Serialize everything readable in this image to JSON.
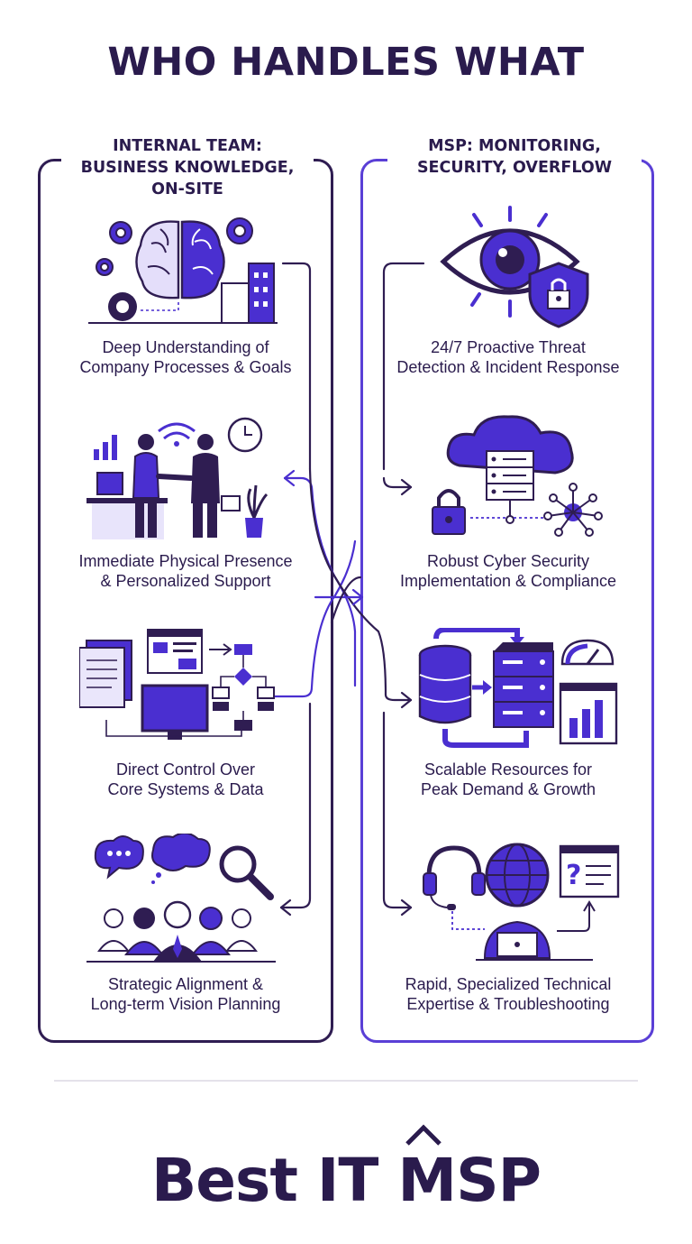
{
  "title": "WHO HANDLES WHAT",
  "internal": {
    "heading": [
      "INTERNAL TEAM:",
      "BUSINESS KNOWLEDGE,",
      "ON-SITE"
    ],
    "items": [
      {
        "line1": "Deep Understanding of",
        "line2": "Company Processes & Goals"
      },
      {
        "line1": "Immediate Physical Presence",
        "line2": "& Personalized Support"
      },
      {
        "line1": "Direct Control Over",
        "line2": "Core Systems & Data"
      },
      {
        "line1": "Strategic Alignment &",
        "line2": "Long-term Vision Planning"
      }
    ]
  },
  "msp": {
    "heading": [
      "MSP: MONITORING,",
      "SECURITY, OVERFLOW"
    ],
    "items": [
      {
        "line1": "24/7 Proactive Threat",
        "line2": "Detection & Incident Response"
      },
      {
        "line1": "Robust Cyber Security",
        "line2": "Implementation & Compliance"
      },
      {
        "line1": "Scalable Resources for",
        "line2": "Peak Demand & Growth"
      },
      {
        "line1": "Rapid, Specialized Technical",
        "line2": "Expertise & Troubleshooting"
      }
    ]
  },
  "brand": "Best IT MSP",
  "colors": {
    "dark": "#2a1b4d",
    "accent": "#4a2fd0",
    "light_purple": "#d9d2f7",
    "panel_right": "#5a3fd6"
  },
  "icons": {
    "internal": [
      "brain-gears-building-icon",
      "handshake-office-icon",
      "documents-flowchart-monitor-icon",
      "team-ideas-search-icon"
    ],
    "msp": [
      "eye-shield-lock-icon",
      "cloud-server-lock-network-icon",
      "database-server-gauge-chart-icon",
      "support-headset-globe-laptop-icon"
    ]
  }
}
